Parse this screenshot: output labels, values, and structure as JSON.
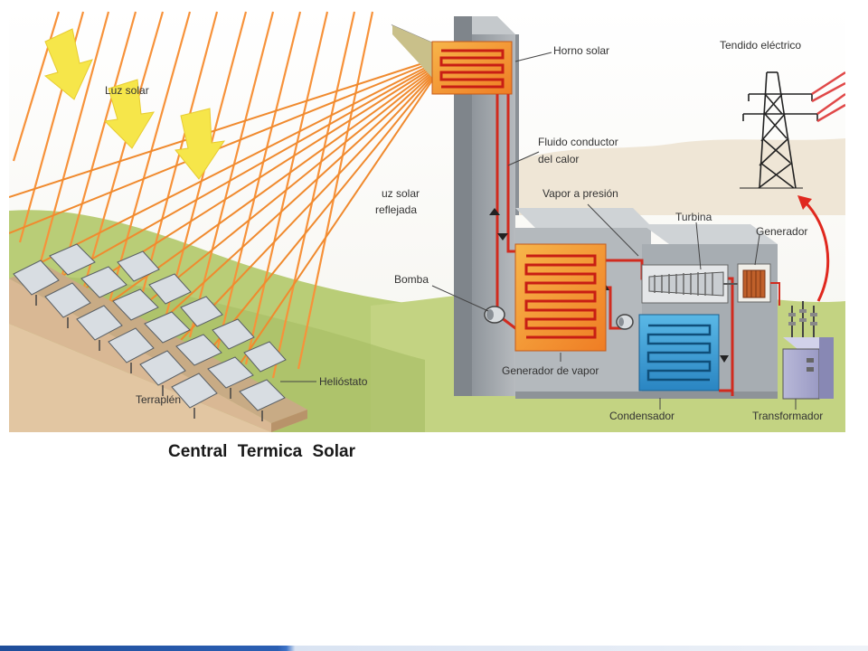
{
  "slide": {
    "caption": "Central  Termica  Solar"
  },
  "diagram": {
    "labels": {
      "luz_solar": "Luz solar",
      "horno_solar": "Horno solar",
      "tendido_electrico": "Tendido eléctrico",
      "fluido_line1": "Fluido conductor",
      "fluido_line2": "del calor",
      "luz_reflejada_line1": "uz solar",
      "luz_reflejada_line2": "reflejada",
      "vapor_presion": "Vapor a presión",
      "turbina": "Turbina",
      "generador": "Generador",
      "bomba": "Bomba",
      "generador_vapor": "Generador de vapor",
      "heliostato": "Helióstato",
      "terraplen": "Terraplén",
      "condensador": "Condensador",
      "transformador": "Transformador"
    },
    "colors": {
      "sun_ray": "#f7923a",
      "sun_arrow": "#f6e64a",
      "tower": "#9ea3a8",
      "hot_fluid": "#d12b1f",
      "furnace": "#f0a23c",
      "condenser": "#3aa0d6",
      "hill": "#b5ca72",
      "embankment": "#d9b894"
    }
  }
}
